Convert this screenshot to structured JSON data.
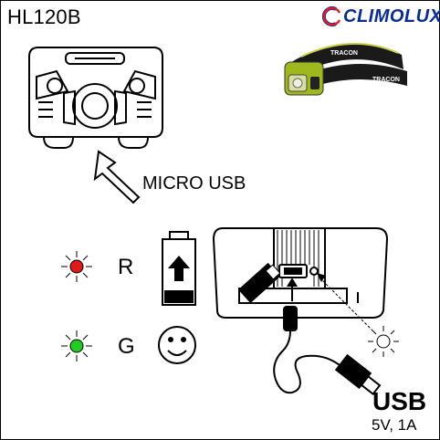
{
  "model": "HL120B",
  "brand": {
    "name": "CLIMOLUX",
    "color": "#0a2b8f"
  },
  "labels": {
    "micro_usb": "MICRO USB",
    "red_letter": "R",
    "green_letter": "G",
    "usb": "USB",
    "usb_spec": "5V, 1A"
  },
  "indicator_colors": {
    "red": "#e01a1a",
    "green": "#22cc22"
  },
  "icons": [
    "battery-charging-icon",
    "smiley-face-icon",
    "sun-light-icon",
    "arrow-icon"
  ]
}
